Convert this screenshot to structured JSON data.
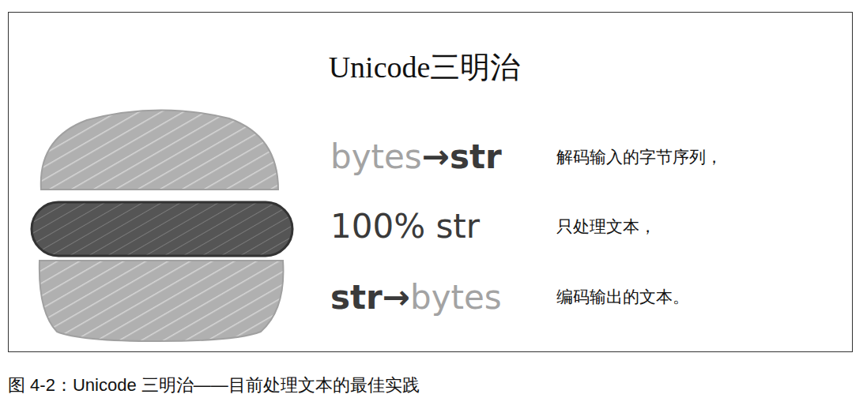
{
  "diagram": {
    "title": "Unicode三明治",
    "caption": "图 4-2：Unicode 三明治——目前处理文本的最佳实践",
    "labels": [
      "bytes",
      "→str",
      "100% str",
      "str→",
      "bytes",
      "解码输入的字节序列，",
      "只处理文本，",
      "编码输出的文本。"
    ]
  }
}
